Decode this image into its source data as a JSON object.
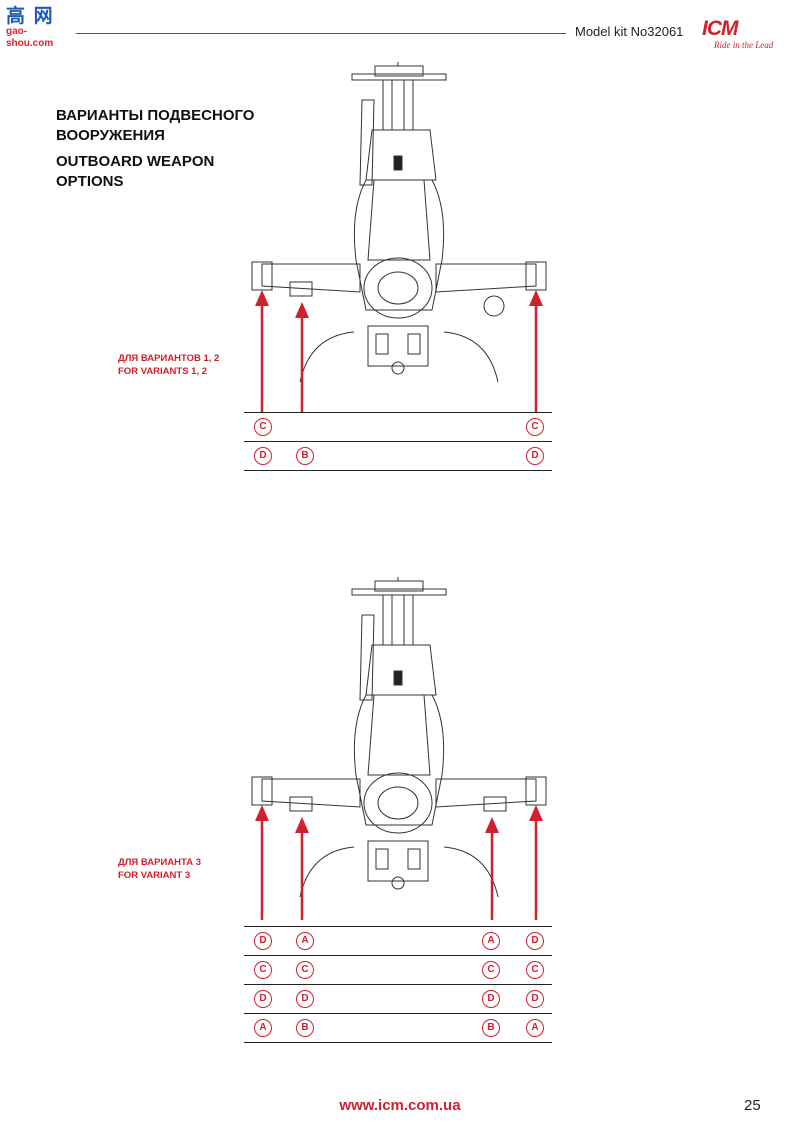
{
  "header": {
    "watermark_cn": "高 网",
    "watermark_site": "gao-shou.com",
    "model_kit": "Model kit No32061",
    "logo_text": "ICM",
    "logo_slogan": "Ride in the Lead"
  },
  "heading": {
    "ru": [
      "ВАРИАНТЫ ПОДВЕСНОГО",
      "ВООРУЖЕНИЯ"
    ],
    "en": [
      "OUTBOARD WEAPON",
      "OPTIONS"
    ]
  },
  "section1": {
    "label_ru": "ДЛЯ ВАРИАНТОВ 1, 2",
    "label_en": "FOR VARIANTS 1, 2",
    "rows": [
      [
        "C",
        "",
        "",
        "C"
      ],
      [
        "D",
        "B",
        "",
        "D"
      ]
    ]
  },
  "section2": {
    "label_ru": "ДЛЯ ВАРИАНТА 3",
    "label_en": "FOR VARIANT 3",
    "rows": [
      [
        "D",
        "A",
        "A",
        "D"
      ],
      [
        "C",
        "C",
        "C",
        "C"
      ],
      [
        "D",
        "D",
        "D",
        "D"
      ],
      [
        "A",
        "B",
        "B",
        "A"
      ]
    ]
  },
  "footer": {
    "url": "www.icm.com.ua",
    "page_number": "25"
  },
  "colors": {
    "accent": "#d0202e",
    "line": "#222222"
  }
}
